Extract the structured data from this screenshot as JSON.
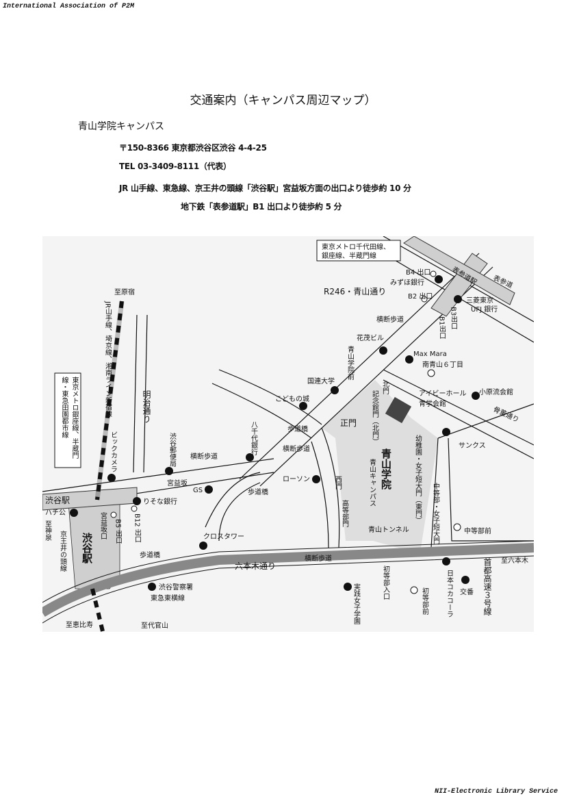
{
  "header": "International Association of P2M",
  "footer": "NII-Electronic Library Service",
  "title": "交通案内（キャンパス周辺マップ）",
  "campus": "青山学院キャンパス",
  "address": "〒150-8366 東京都渋谷区渋谷 4-4-25",
  "tel": "TEL 03-3409-8111（代表）",
  "access_jr": "JR 山手線、東急線、京王井の頭線「渋谷駅」宮益坂方面の出口より徒歩約 10 分",
  "access_metro": "地下鉄「表参道駅」B1 出口より徒歩約 5 分",
  "map": {
    "metro_box_1": "東京メトロ千代田線、",
    "metro_box_2": "銀座線、半蔵門線",
    "omotesando_st": "表参道駅",
    "omotesando": "表参道",
    "b4": "B4 出口",
    "mizuho": "みずほ銀行",
    "r246": "R246・青山通り",
    "b2": "B2 出口",
    "ufj1": "三菱東京",
    "ufj2": "UFJ 銀行",
    "b3": "B3出口",
    "b1": "B1出口",
    "crosswalk1": "横断歩道",
    "hanamo": "花茂ビル",
    "maxmara": "Max Mara",
    "minamiaoyama": "南青山６丁目",
    "aogakumae": "青山学院前",
    "unu": "国連大学",
    "kodomo": "こどもの城",
    "kitamon": "北門",
    "kinenkan": "記念館門（北門）",
    "ivy": "アイビーホール",
    "seigaku": "青学会館",
    "ohara": "小原流会館",
    "seimon": "正門",
    "hodokyo1": "歩道橋",
    "crosswalk2": "横断歩道",
    "yachiyo": "八千代銀行",
    "post": "渋谷郵便局",
    "crosswalk3": "横断歩道",
    "bic": "ビックカメラ",
    "meiji": "明治通り",
    "harajuku": "至原宿",
    "jr": "JR山手線、埼京線、湘南ライン新宿線",
    "metro_box_v": "東京メトロ銀座線、半蔵門線・東急田園都市線",
    "miyamasu": "宮益坂",
    "gs": "GS",
    "hodokyo2": "歩道橋",
    "lawson": "ローソン",
    "nishimon": "西門",
    "kotobu": "高等部門",
    "aogaku": "青山学院",
    "aocampus": "青山キャンパス",
    "higashimon": "幼稚園・女子短大門（東門）",
    "chutobu_mon": "中等部・女子短大門",
    "sunkus": "サンクス",
    "kotto": "骨董通り",
    "shibuya_st": "渋谷駅",
    "hachiko": "ハチ公",
    "resona": "りそな銀行",
    "miyamasu_exit": "宮益坂口",
    "b5": "B5 出口",
    "b12": "B12 出口",
    "shibuya_big": "渋谷駅",
    "inokashira": "京王井の頭線",
    "shinsen": "至神泉",
    "crosstower": "クロスタワー",
    "tunnel": "青山トンネル",
    "chutobumae": "中等部前",
    "hodokyo3": "歩道橋",
    "crosswalk4": "横断歩道",
    "roppongi_dori": "六本木通り",
    "shotobu_iri": "初等部入口",
    "roppongi": "至六本木",
    "shutoko": "首都高速３号線",
    "cocacola": "日本コカコーラ",
    "koban": "交番",
    "shotobumae": "初等部前",
    "jissen": "実践女子学園",
    "police": "渋谷警察署",
    "toyoko": "東急東横線",
    "daikanyama": "至代官山",
    "ebisu": "至恵比寿"
  }
}
